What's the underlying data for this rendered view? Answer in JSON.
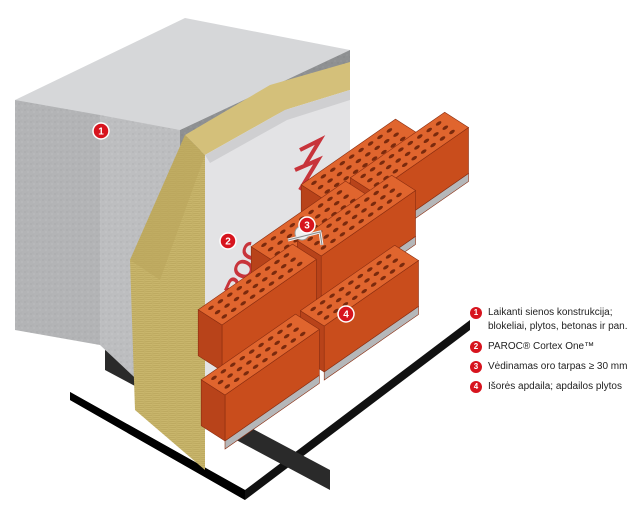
{
  "colors": {
    "accent": "#d7141e",
    "concrete": "#b9babc",
    "insulation": "#c7b36a",
    "brick": "#d85a27",
    "mortar": "#b3b5b7",
    "base": "#1a1a1a"
  },
  "board_logo_text": "PAROC",
  "markers": [
    {
      "id": "1",
      "label": "1"
    },
    {
      "id": "2",
      "label": "2"
    },
    {
      "id": "3",
      "label": "3"
    },
    {
      "id": "4",
      "label": "4"
    }
  ],
  "legend": [
    {
      "number": "1",
      "text": "Laikanti sienos konstrukcija;\nblokeliai, plytos, betonas ir pan."
    },
    {
      "number": "2",
      "text": "PAROC® Cortex One™"
    },
    {
      "number": "3",
      "text": "Vėdinamas oro tarpas ≥ 30 mm"
    },
    {
      "number": "4",
      "text": "Išorės apdaila; apdailos plytos"
    }
  ]
}
